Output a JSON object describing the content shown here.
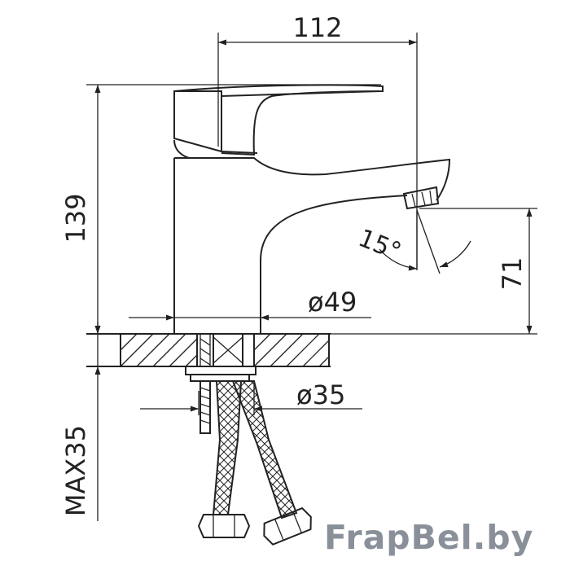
{
  "dimensions": {
    "width": "112",
    "height": "139",
    "spout_height": "71",
    "angle": "15°",
    "base_diameter": "ø49",
    "hose_diameter": "ø35",
    "max_thickness": "MAX35"
  },
  "watermark": "FrapBel.by"
}
